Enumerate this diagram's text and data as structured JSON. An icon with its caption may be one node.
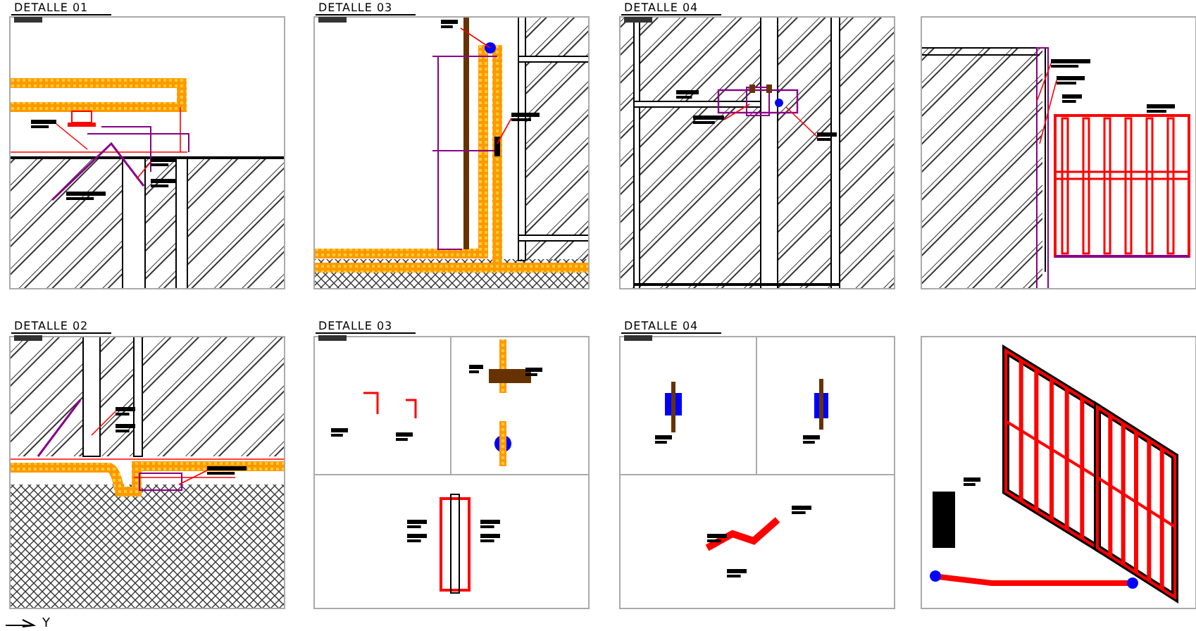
{
  "diagram": {
    "labels": [
      "DETALLE 01",
      "DETALLE 03",
      "DETALLE 04",
      "DETALLE 02",
      "DETALLE 03",
      "DETALLE 04",
      "Y"
    ]
  }
}
